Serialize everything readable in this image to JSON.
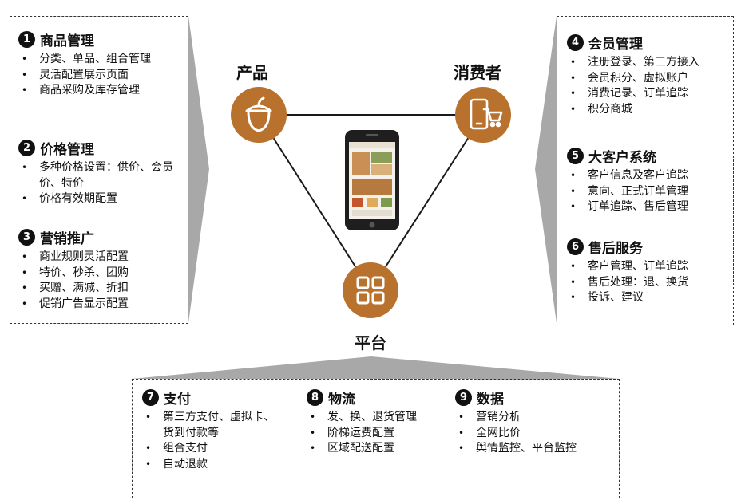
{
  "colors": {
    "node": "#b8722d",
    "arrow": "#a8a8a8",
    "line": "#1a1a1a"
  },
  "center": {
    "phone_icon": "smartphone-icon"
  },
  "nodes": {
    "product": {
      "label": "产品",
      "icon": "acorn-icon"
    },
    "consumer": {
      "label": "消费者",
      "icon": "phone-cart-icon"
    },
    "platform": {
      "label": "平台",
      "icon": "grid-icon"
    }
  },
  "left_panel": {
    "sections": [
      {
        "number": "1",
        "title": "商品管理",
        "items": [
          "分类、单品、组合管理",
          "灵活配置展示页面",
          "商品采购及库存管理"
        ]
      },
      {
        "number": "2",
        "title": "价格管理",
        "items": [
          "多种价格设置：供价、会员价、特价",
          "价格有效期配置"
        ]
      },
      {
        "number": "3",
        "title": "营销推广",
        "items": [
          "商业规则灵活配置",
          "特价、秒杀、团购",
          "买赠、满减、折扣",
          "促销广告显示配置"
        ]
      }
    ]
  },
  "right_panel": {
    "sections": [
      {
        "number": "4",
        "title": "会员管理",
        "items": [
          "注册登录、第三方接入",
          "会员积分、虚拟账户",
          "消费记录、订单追踪",
          "积分商城"
        ]
      },
      {
        "number": "5",
        "title": "大客户系统",
        "items": [
          "客户信息及客户追踪",
          "意向、正式订单管理",
          "订单追踪、售后管理"
        ]
      },
      {
        "number": "6",
        "title": "售后服务",
        "items": [
          "客户管理、订单追踪",
          "售后处理：退、换货",
          "投诉、建议"
        ]
      }
    ]
  },
  "bottom_panel": {
    "sections": [
      {
        "number": "7",
        "title": "支付",
        "items": [
          "第三方支付、虚拟卡、货到付款等",
          "组合支付",
          "自动退款"
        ]
      },
      {
        "number": "8",
        "title": "物流",
        "items": [
          "发、换、退货管理",
          "阶梯运费配置",
          "区域配送配置"
        ]
      },
      {
        "number": "9",
        "title": "数据",
        "items": [
          "营销分析",
          "全网比价",
          "舆情监控、平台监控"
        ]
      }
    ]
  }
}
